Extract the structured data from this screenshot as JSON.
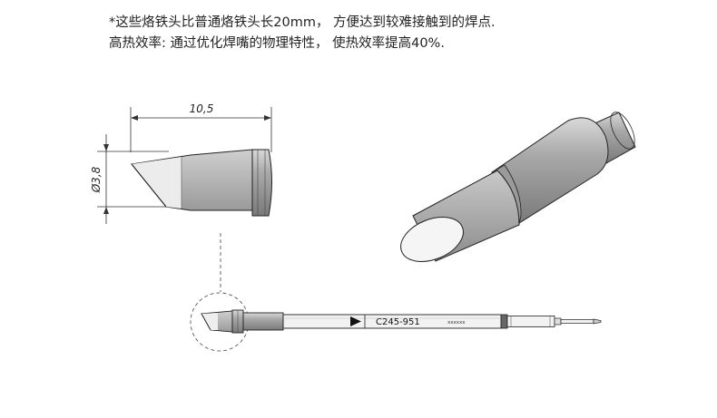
{
  "notes": {
    "line1": "*这些烙铁头比普通烙铁头长20mm， 方便达到较难接触到的焊点.",
    "line2": "高热效率: 通过优化焊嘴的物理特性， 使热效率提高40%."
  },
  "drawing": {
    "length_dim": "10,5",
    "diameter_dim": "Ø3,8",
    "part_number": "C245-951",
    "serial_mark": "xxxxxx"
  }
}
